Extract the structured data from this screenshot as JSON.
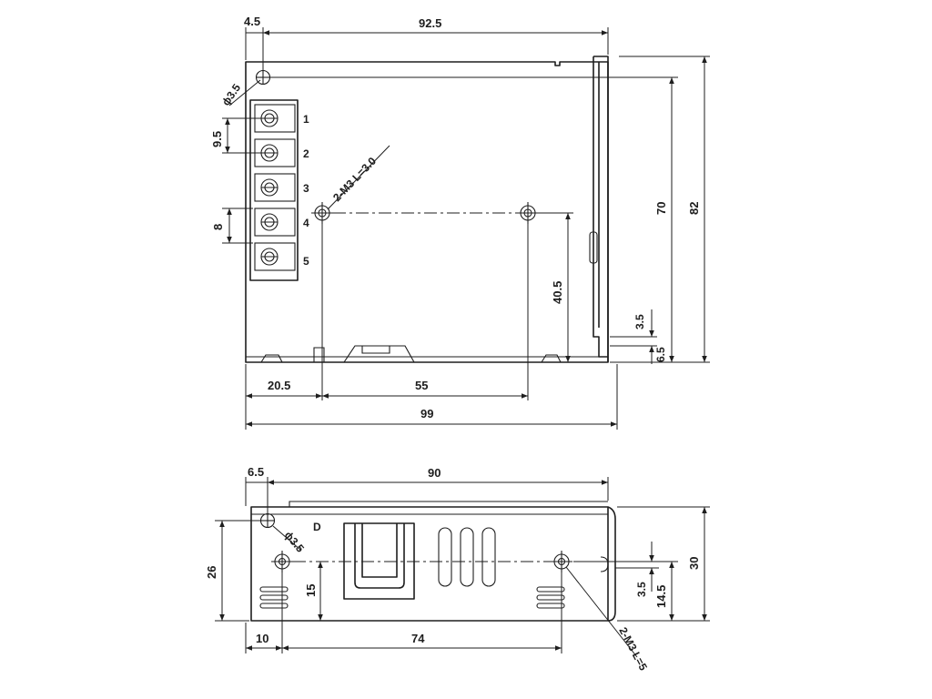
{
  "top_view": {
    "dims": {
      "hole_offset_x": "4.5",
      "width_inner": "92.5",
      "hole_dia": "ϕ3.5",
      "terminal_pitch": "9.5",
      "terminal_gap": "8",
      "mount_screws": "2-M3 L=3.0",
      "height_70": "70",
      "height_82": "82",
      "hole_height": "40.5",
      "flange_3_5": "3.5",
      "flange_6_5": "6.5",
      "hole_left": "20.5",
      "hole_spacing": "55",
      "overall_width": "99"
    },
    "terminals": [
      "1",
      "2",
      "3",
      "4",
      "5"
    ]
  },
  "side_view": {
    "dims": {
      "hole_offset_x": "6.5",
      "length": "90",
      "hole_dia": "ϕ3.5",
      "height_26": "26",
      "height_15": "15",
      "hole_left": "10",
      "hole_spacing": "74",
      "mount_screws": "2-M3 L=5",
      "height_30": "30",
      "height_14_5": "14.5",
      "flange_3_5": "3.5"
    },
    "mark": "D"
  }
}
